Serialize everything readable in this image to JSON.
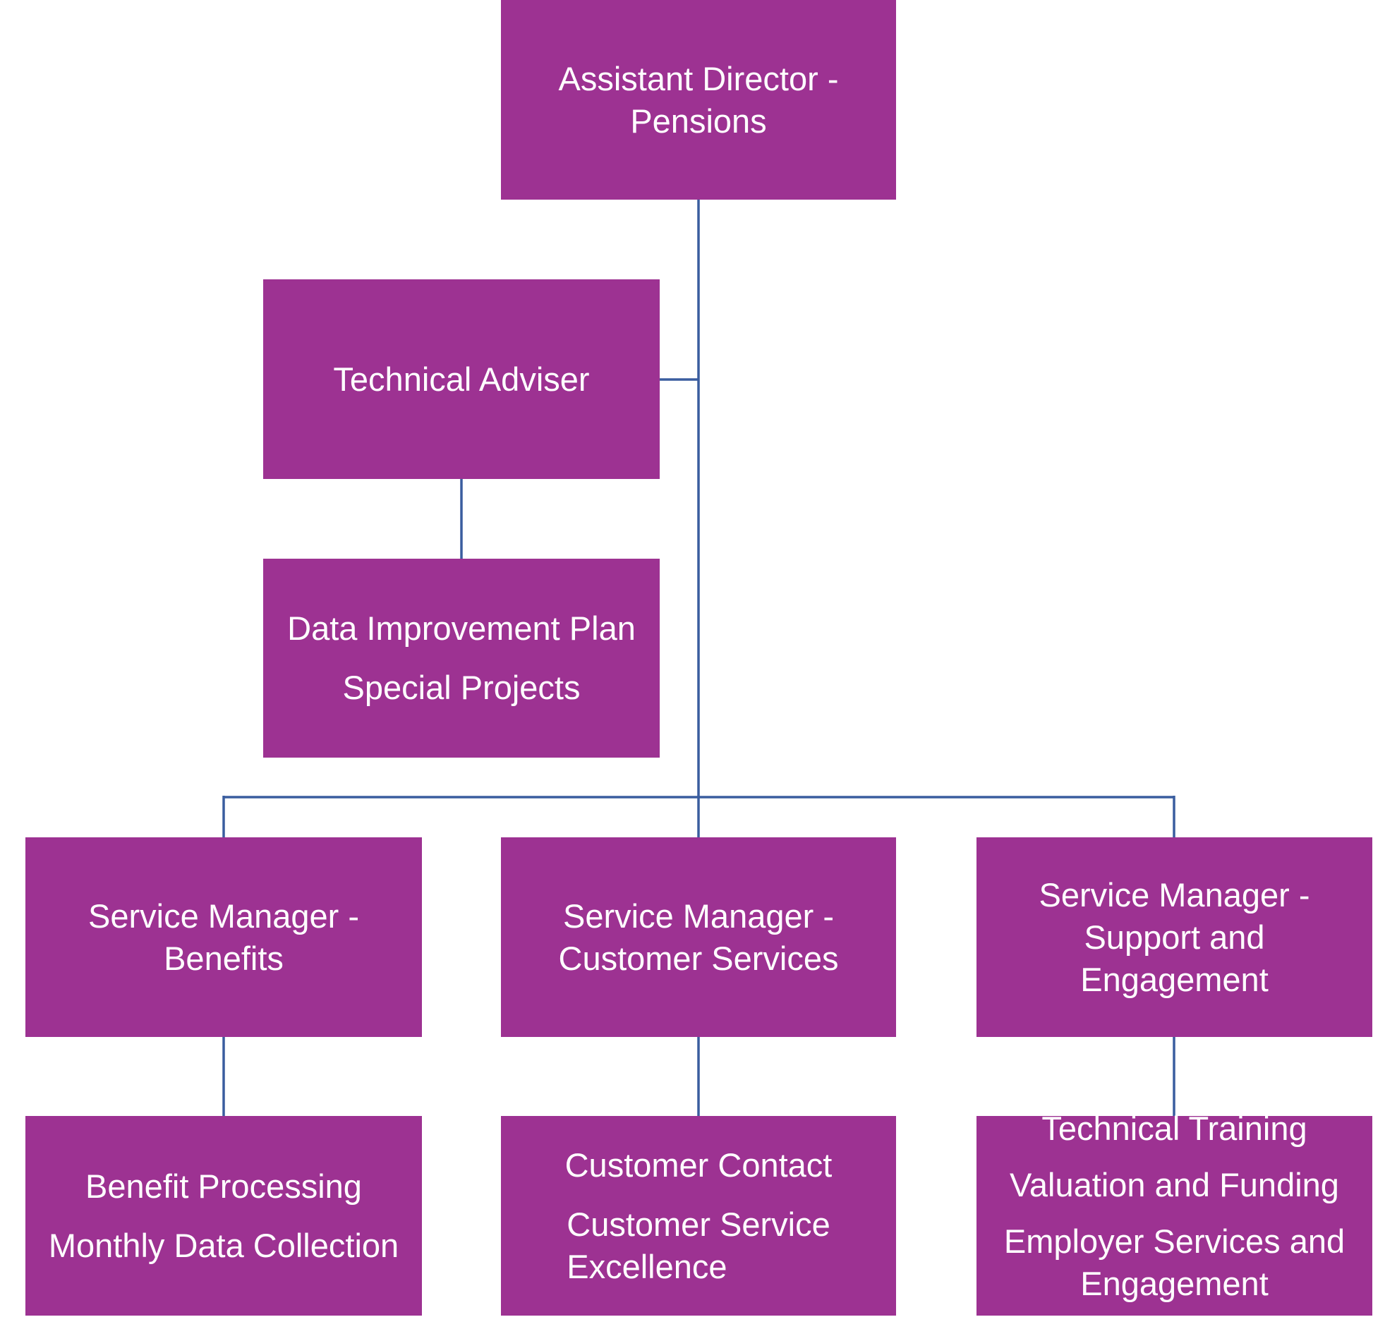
{
  "colors": {
    "box_fill": "#9d3292",
    "box_text": "#ffffff",
    "connector": "#3a5d9f",
    "background": "#ffffff"
  },
  "nodes": {
    "assistant_director": {
      "lines": [
        "Assistant Director -",
        "Pensions"
      ]
    },
    "technical_adviser": {
      "lines": [
        "Technical Adviser"
      ]
    },
    "technical_adviser_team": {
      "items": [
        "Data Improvement Plan",
        "Special Projects"
      ]
    },
    "sm_benefits": {
      "lines": [
        "Service Manager -",
        "Benefits"
      ]
    },
    "sm_customer_services": {
      "lines": [
        "Service Manager -",
        "Customer Services"
      ]
    },
    "sm_support_engagement": {
      "lines": [
        "Service Manager -",
        "Support and",
        "Engagement"
      ]
    },
    "benefits_team": {
      "items": [
        "Benefit Processing",
        "Monthly Data Collection"
      ]
    },
    "customer_services_team": {
      "items": [
        "Customer Contact",
        "Customer Service",
        "Excellence"
      ]
    },
    "support_engagement_team": {
      "items": [
        "Technical Training",
        "Valuation and Funding",
        "Employer Services and",
        "Engagement"
      ]
    }
  }
}
